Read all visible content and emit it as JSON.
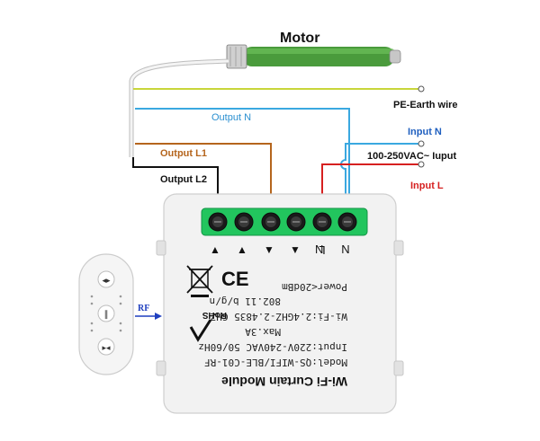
{
  "title": "Motor",
  "labels": {
    "pe_earth": "PE-Earth wire",
    "output_n": "Output N",
    "output_l1": "Output L1",
    "output_l2": "Output L2",
    "input_n": "Input N",
    "voltage": "100-250VAC~ Iuput",
    "input_l": "Input L",
    "rf": "RF"
  },
  "module": {
    "title": "Wi-Fi Curtain Module",
    "model": "Model:QS-WIFI/BLE-C01-RF",
    "input": "Input:220V-240VAC 50/60Hz",
    "max": "Max.3A",
    "wifi": "Wi-Fi:2.4GHZ-2.4835 GHZ",
    "std": "802.11 b/g/n",
    "power": "Power<20dBm",
    "rohs": "RoHS",
    "ce": "CE",
    "terminal_labels": [
      "▲",
      "▲",
      "▼",
      "▼",
      "N",
      "L",
      "N"
    ]
  },
  "colors": {
    "earth": "#c8d63a",
    "neutral": "#3aa8e0",
    "l1": "#b5651d",
    "l2": "#111111",
    "live": "#d62020",
    "input_n_text": "#1f5fbf",
    "input_l_text": "#d62020",
    "output_n_text": "#2a8fd0",
    "output_l1_text": "#b5651d",
    "motor_tube": "#4a9b3c",
    "terminal_green": "#22c55e"
  }
}
